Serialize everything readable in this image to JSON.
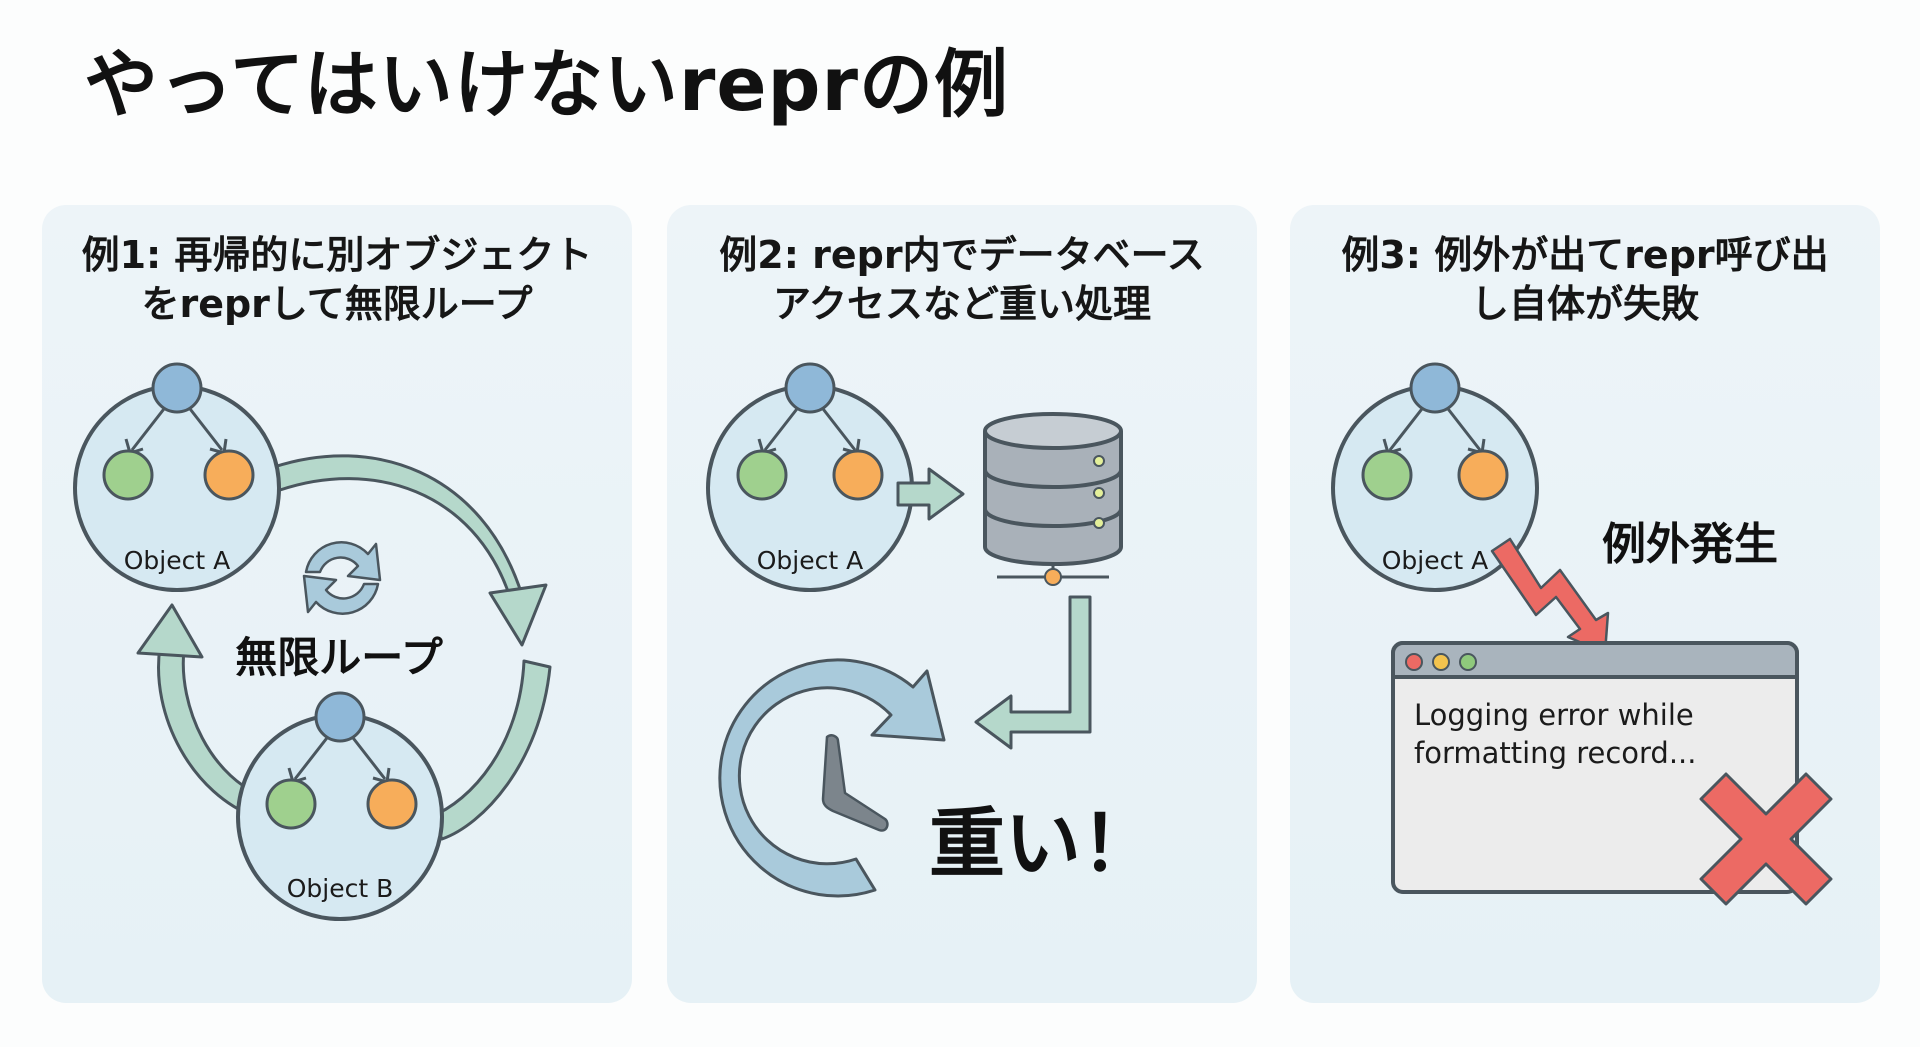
{
  "page": {
    "title": "やってはいけないreprの例"
  },
  "panels": [
    {
      "heading": "例1: 再帰的に別オブジェクト\nをreprして無限ループ",
      "objects": [
        "Object A",
        "Object B"
      ],
      "loop_label": "無限ループ",
      "icons": [
        "object-graph-icon",
        "cycle-arrows-icon",
        "refresh-icon"
      ]
    },
    {
      "heading": "例2: repr内でデータベース\nアクセスなど重い処理",
      "objects": [
        "Object A"
      ],
      "slow_label": "重い！",
      "icons": [
        "object-graph-icon",
        "database-icon",
        "clock-icon",
        "arrow-right-icon",
        "arrow-return-icon"
      ]
    },
    {
      "heading": "例3: 例外が出てrepr呼び出\nし自体が失敗",
      "objects": [
        "Object A"
      ],
      "exception_label": "例外発生",
      "error_window": {
        "line1": "Logging error while",
        "line2": "formatting record..."
      },
      "icons": [
        "object-graph-icon",
        "lightning-arrow-icon",
        "error-window-icon",
        "cross-icon"
      ]
    }
  ],
  "colors": {
    "node_blue": "#8fb8d8",
    "node_green": "#9fd08e",
    "node_orange": "#f7ad5a",
    "arrow_green": "#b5d8cb",
    "arrow_blue": "#a9cadb",
    "db_gray": "#a9b1b9",
    "error_red": "#ec6a64",
    "outline": "#4a565e"
  }
}
